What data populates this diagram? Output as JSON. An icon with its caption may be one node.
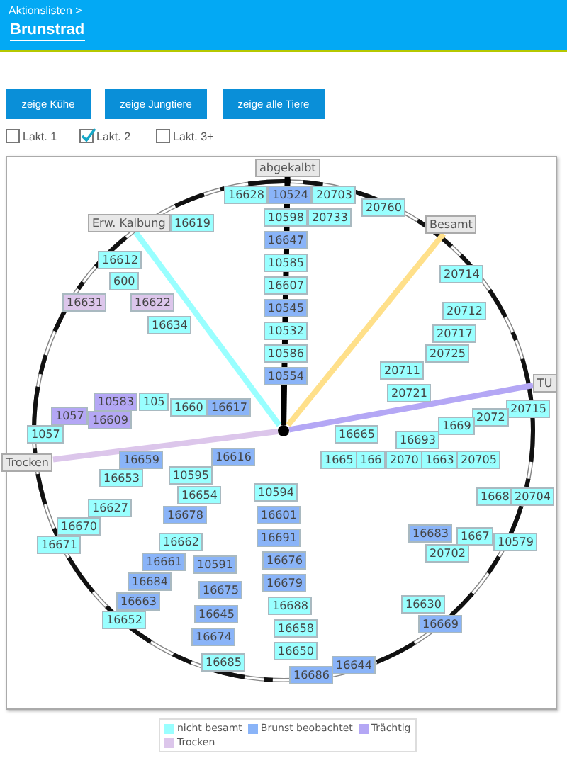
{
  "diagram": {
    "title": "Brunstrad",
    "labels": [
      "Aktionslisten >",
      "zeige Kühe",
      "zeige Jungtiere",
      "zeige alle Tiere",
      "Lakt. 1",
      "Lakt. 2",
      "Lakt. 3+"
    ],
    "nodes": [
      {
        "text": [
          "abgekalbt"
        ]
      },
      {
        "text": [
          "16628"
        ]
      },
      {
        "text": [
          "10524"
        ]
      },
      {
        "text": [
          "20703"
        ]
      },
      {
        "text": [
          "20760"
        ]
      },
      {
        "text": [
          "10598"
        ]
      },
      {
        "text": [
          "20733"
        ]
      },
      {
        "text": [
          "Erw. Kalbung"
        ]
      },
      {
        "text": [
          "16619"
        ]
      },
      {
        "text": [
          "Besamt"
        ]
      },
      {
        "text": [
          "16647"
        ]
      },
      {
        "text": [
          "16612"
        ]
      },
      {
        "text": [
          "10585"
        ]
      },
      {
        "text": [
          "600"
        ]
      },
      {
        "text": [
          "20714"
        ]
      },
      {
        "text": [
          "16607"
        ]
      },
      {
        "text": [
          "16622"
        ]
      },
      {
        "text": [
          "16631"
        ]
      },
      {
        "text": [
          "10545"
        ]
      },
      {
        "text": [
          "16634"
        ]
      },
      {
        "text": [
          "20712"
        ]
      },
      {
        "text": [
          "10532"
        ]
      },
      {
        "text": [
          "20717"
        ]
      },
      {
        "text": [
          "10586"
        ]
      },
      {
        "text": [
          "20725"
        ]
      },
      {
        "text": [
          "20711"
        ]
      },
      {
        "text": [
          "10554"
        ]
      },
      {
        "text": [
          "TU"
        ]
      },
      {
        "text": [
          "20721"
        ]
      },
      {
        "text": [
          "10583"
        ]
      },
      {
        "text": [
          "105"
        ]
      },
      {
        "text": [
          "1660"
        ]
      },
      {
        "text": [
          "16617"
        ]
      },
      {
        "text": [
          "20715"
        ]
      },
      {
        "text": [
          "16665"
        ]
      },
      {
        "text": [
          "1057"
        ]
      },
      {
        "text": [
          "2072"
        ]
      },
      {
        "text": [
          "16609"
        ]
      },
      {
        "text": [
          "1669"
        ]
      },
      {
        "text": [
          "1057"
        ]
      },
      {
        "text": [
          "16693"
        ]
      },
      {
        "text": [
          "16616"
        ]
      },
      {
        "text": [
          "16659"
        ]
      },
      {
        "text": [
          "1665"
        ]
      },
      {
        "text": [
          "166"
        ]
      },
      {
        "text": [
          "2070"
        ]
      },
      {
        "text": [
          "1663"
        ]
      },
      {
        "text": [
          "20705"
        ]
      },
      {
        "text": [
          "Trocken"
        ]
      },
      {
        "text": [
          "10595"
        ]
      },
      {
        "text": [
          "16653"
        ]
      },
      {
        "text": [
          "10594"
        ]
      },
      {
        "text": [
          "16654"
        ]
      },
      {
        "text": [
          "1668"
        ]
      },
      {
        "text": [
          "20704"
        ]
      },
      {
        "text": [
          "16627"
        ]
      },
      {
        "text": [
          "16678"
        ]
      },
      {
        "text": [
          "16601"
        ]
      },
      {
        "text": [
          "16670"
        ]
      },
      {
        "text": [
          "16683"
        ]
      },
      {
        "text": [
          "1667"
        ]
      },
      {
        "text": [
          "16691"
        ]
      },
      {
        "text": [
          "16662"
        ]
      },
      {
        "text": [
          "10579"
        ]
      },
      {
        "text": [
          "16671"
        ]
      },
      {
        "text": [
          "20702"
        ]
      },
      {
        "text": [
          "16676"
        ]
      },
      {
        "text": [
          "16661"
        ]
      },
      {
        "text": [
          "10591"
        ]
      },
      {
        "text": [
          "16684"
        ]
      },
      {
        "text": [
          "16679"
        ]
      },
      {
        "text": [
          "16675"
        ]
      },
      {
        "text": [
          "16663"
        ]
      },
      {
        "text": [
          "16630"
        ]
      },
      {
        "text": [
          "16688"
        ]
      },
      {
        "text": [
          "16645"
        ]
      },
      {
        "text": [
          "16652"
        ]
      },
      {
        "text": [
          "16669"
        ]
      },
      {
        "text": [
          "16658"
        ]
      },
      {
        "text": [
          "16674"
        ]
      },
      {
        "text": [
          "16650"
        ]
      },
      {
        "text": [
          "16685"
        ]
      },
      {
        "text": [
          "16644"
        ]
      },
      {
        "text": [
          "16686"
        ]
      },
      {
        "text": [],
        "shape": "circle"
      }
    ],
    "edges": [
      {
        "from": 84,
        "to": 0,
        "arrow": "none",
        "color": "#000000"
      },
      {
        "from": 84,
        "to": 7,
        "arrow": "none",
        "color": "#99ffff"
      },
      {
        "from": 84,
        "to": 9,
        "arrow": "none",
        "color": "#ffe08a"
      },
      {
        "from": 84,
        "to": 27,
        "arrow": "none",
        "color": "#b4a7f5"
      },
      {
        "from": 84,
        "to": 48,
        "arrow": "none",
        "color": "#dcc6eb"
      }
    ],
    "legend": [
      {
        "text": "nicht besamt",
        "color": "#99ffff"
      },
      {
        "text": "Brunst beobachtet",
        "color": "#8ab4f8"
      },
      {
        "text": "Trächtig",
        "color": "#b4a7f5"
      },
      {
        "text": "Trocken",
        "color": "#dcc6eb"
      }
    ]
  }
}
